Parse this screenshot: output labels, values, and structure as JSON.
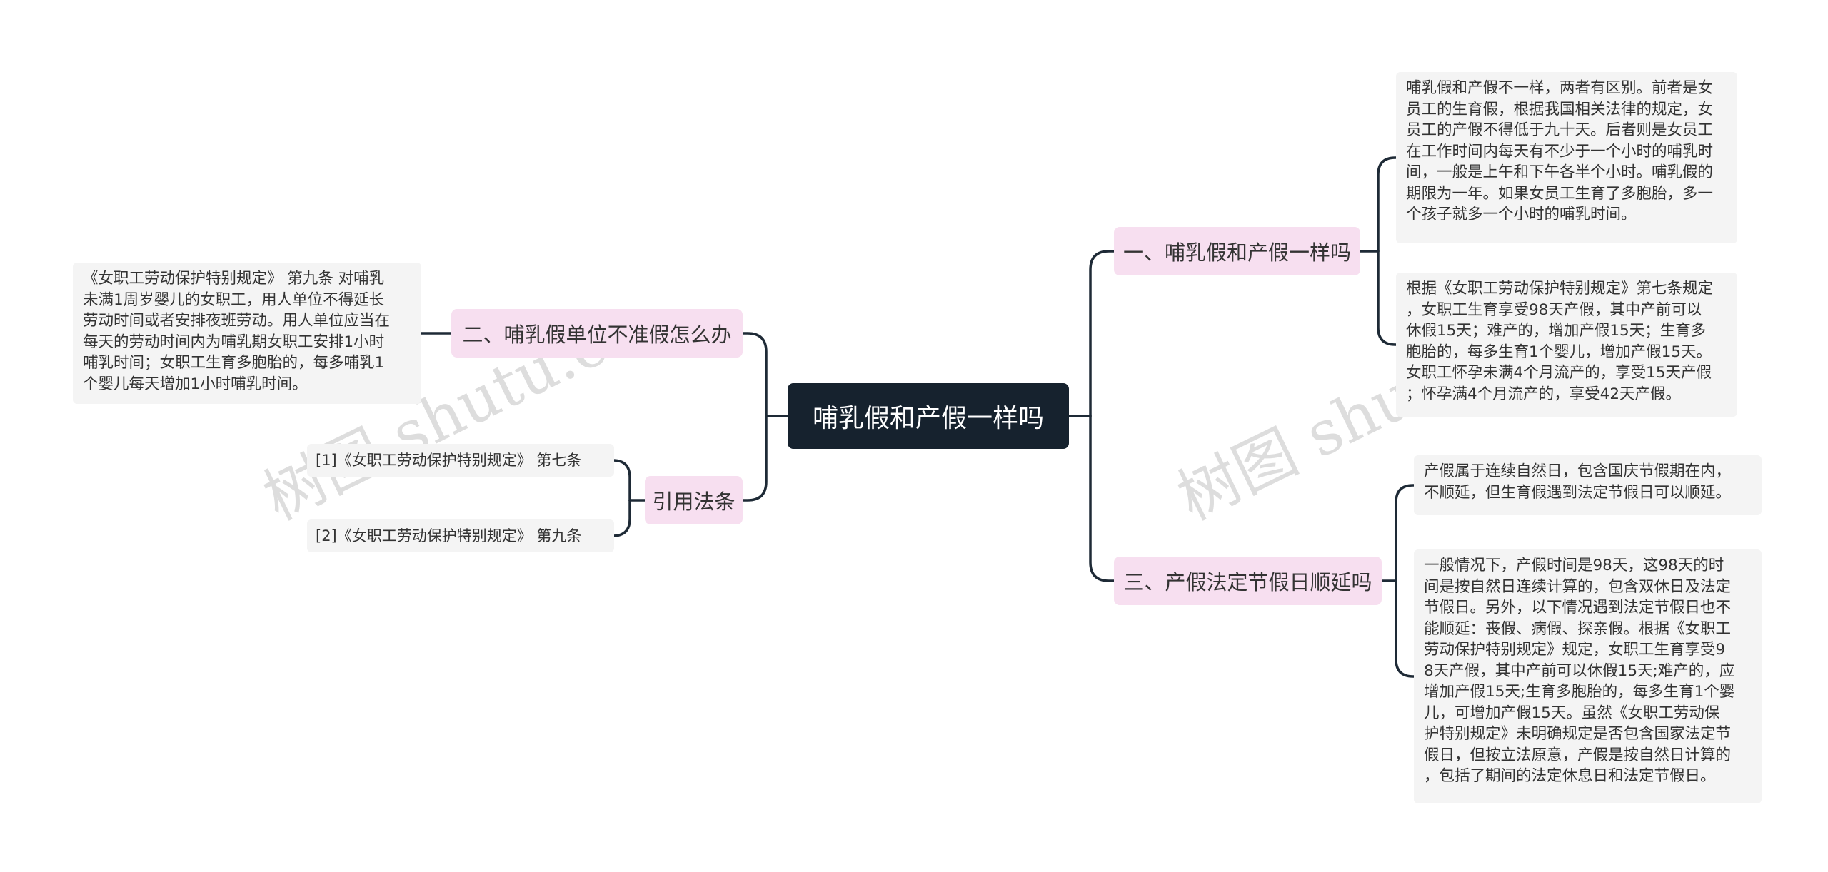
{
  "root": {
    "label": "哺乳假和产假一样吗"
  },
  "branches": {
    "b1": {
      "label": "一、哺乳假和产假一样吗"
    },
    "b2": {
      "label": "二、哺乳假单位不准假怎么办"
    },
    "b3": {
      "label": "三、产假法定节假日顺延吗"
    },
    "b4": {
      "label": "引用法条"
    }
  },
  "leaves": {
    "l1": {
      "text": "哺乳假和产假不一样，两者有区别。前者是女\n员工的生育假，根据我国相关法律的规定，女\n员工的产假不得低于九十天。后者则是女员工\n在工作时间内每天有不少于一个小时的哺乳时\n间，一般是上午和下午各半个小时。哺乳假的\n期限为一年。如果女员工生育了多胞胎，多一\n个孩子就多一个小时的哺乳时间。"
    },
    "l2": {
      "text": "根据《女职工劳动保护特别规定》第七条规定\n，女职工生育享受98天产假，其中产前可以\n休假15天；难产的，增加产假15天；生育多\n胞胎的，每多生育1个婴儿，增加产假15天。\n女职工怀孕未满4个月流产的，享受15天产假\n；怀孕满4个月流产的，享受42天产假。"
    },
    "l3": {
      "text": "《女职工劳动保护特别规定》 第九条 对哺乳\n未满1周岁婴儿的女职工，用人单位不得延长\n劳动时间或者安排夜班劳动。用人单位应当在\n每天的劳动时间内为哺乳期女职工安排1小时\n哺乳时间；女职工生育多胞胎的，每多哺乳1\n个婴儿每天增加1小时哺乳时间。"
    },
    "l4": {
      "text": "产假属于连续自然日，包含国庆节假期在内，\n不顺延，但生育假遇到法定节假日可以顺延。"
    },
    "l5": {
      "text": "一般情况下，产假时间是98天，这98天的时\n间是按自然日连续计算的，包含双休日及法定\n节假日。另外，以下情况遇到法定节假日也不\n能顺延：丧假、病假、探亲假。根据《女职工\n劳动保护特别规定》规定，女职工生育享受9\n8天产假，其中产前可以休假15天;难产的，应\n增加产假15天;生育多胞胎的，每多生育1个婴\n儿，可增加产假15天。虽然《女职工劳动保\n护特别规定》未明确规定是否包含国家法定节\n假日，但按立法原意，产假是按自然日计算的\n，包括了期间的法定休息日和法定节假日。"
    },
    "l6": {
      "text": "[1]《女职工劳动保护特别规定》 第七条"
    },
    "l7": {
      "text": "[2]《女职工劳动保护特别规定》 第九条"
    }
  },
  "watermarks": [
    "树图 shutu.cn",
    "树图 shutu.cn"
  ],
  "colors": {
    "root_bg": "#16222e",
    "branch_bg": "#f7dff0",
    "leaf_bg": "#f4f4f4",
    "line": "#1e2a36"
  }
}
